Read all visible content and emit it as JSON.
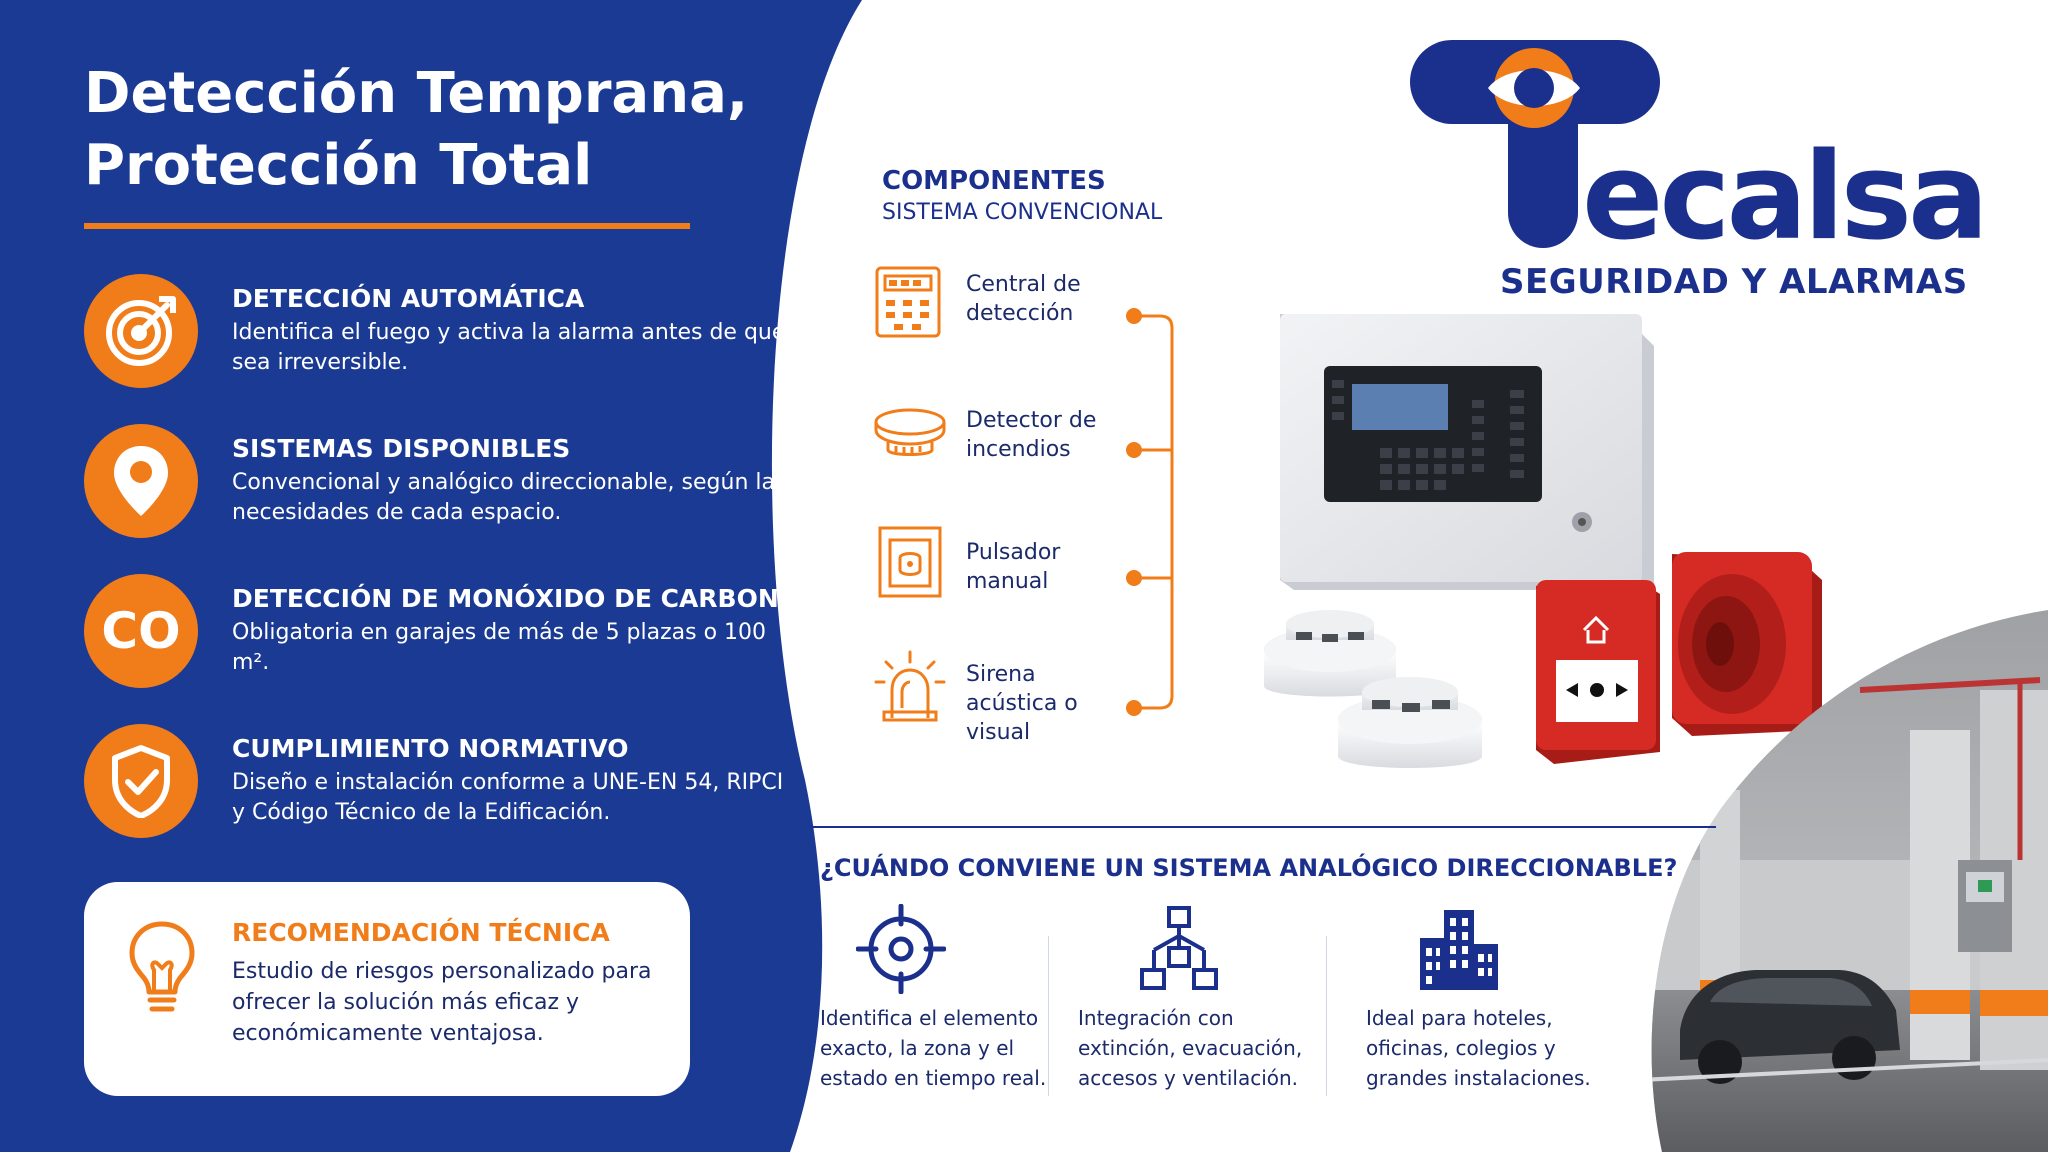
{
  "headline": "Detección Temprana, Protección Total",
  "features": [
    {
      "icon": "target-icon",
      "title": "DETECCIÓN AUTOMÁTICA",
      "desc": "Identifica el fuego y activa la alarma antes de que sea irreversible."
    },
    {
      "icon": "location-pin-icon",
      "title": "SISTEMAS DISPONIBLES",
      "desc": "Convencional y analógico direccionable, según las necesidades de cada espacio."
    },
    {
      "icon": "co-text-icon",
      "icon_text": "CO",
      "title": "DETECCIÓN DE MONÓXIDO DE CARBONO",
      "desc": "Obligatoria en garajes de más de 5 plazas o 100 m²."
    },
    {
      "icon": "shield-check-icon",
      "title": "CUMPLIMIENTO NORMATIVO",
      "desc": "Diseño e instalación conforme a UNE-EN 54, RIPCI y Código Técnico de la Edificación."
    }
  ],
  "recommendation": {
    "icon": "lightbulb-icon",
    "title": "RECOMENDACIÓN TÉCNICA",
    "desc": "Estudio de riesgos personalizado para ofrecer la solución más eficaz y económicamente ventajosa."
  },
  "logo": {
    "wordmark": "Tecalsa",
    "wordmark_rest": "ecalsa",
    "tagline": "SEGURIDAD Y ALARMAS"
  },
  "components": {
    "heading": "COMPONENTES",
    "subheading": "SISTEMA CONVENCIONAL",
    "items": [
      {
        "icon": "control-panel-icon",
        "label": "Central de detección"
      },
      {
        "icon": "smoke-detector-icon",
        "label": "Detector de incendios"
      },
      {
        "icon": "manual-call-point-icon",
        "label": "Pulsador manual"
      },
      {
        "icon": "siren-icon",
        "label": "Sirena acústica o visual"
      }
    ]
  },
  "question": {
    "title": "¿CUÁNDO CONVIENE UN SISTEMA ANALÓGICO DIRECCIONABLE?",
    "items": [
      {
        "icon": "crosshair-icon",
        "text": "Identifica el elemento exacto, la zona y el estado en tiempo real."
      },
      {
        "icon": "network-icon",
        "text": "Integración con extinción, evacuación, accesos y ventilación."
      },
      {
        "icon": "buildings-icon",
        "text": "Ideal para hoteles, oficinas, colegios y grandes instalaciones."
      }
    ]
  },
  "colors": {
    "navy": "#1b3a93",
    "orange": "#f07d1a",
    "text_dark": "#1b2a6b",
    "red": "#d62a24"
  }
}
